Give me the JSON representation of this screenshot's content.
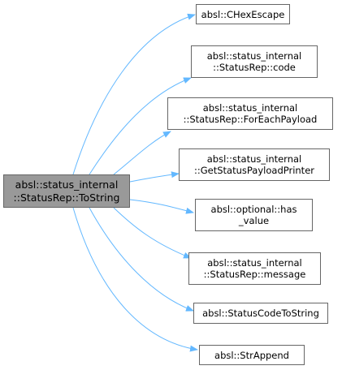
{
  "colors": {
    "edge": "#63b8ff",
    "node_border": "#666666",
    "source_fill": "#999999",
    "node_fill": "#ffffff"
  },
  "source": {
    "line1": "absl::status_internal",
    "line2": "::StatusRep::ToString"
  },
  "targets": [
    {
      "line1": "absl::CHexEscape",
      "line2": ""
    },
    {
      "line1": "absl::status_internal",
      "line2": "::StatusRep::code"
    },
    {
      "line1": "absl::status_internal",
      "line2": "::StatusRep::ForEachPayload"
    },
    {
      "line1": "absl::status_internal",
      "line2": "::GetStatusPayloadPrinter"
    },
    {
      "line1": "absl::optional::has",
      "line2": "_value"
    },
    {
      "line1": "absl::status_internal",
      "line2": "::StatusRep::message"
    },
    {
      "line1": "absl::StatusCodeToString",
      "line2": ""
    },
    {
      "line1": "absl::StrAppend",
      "line2": ""
    }
  ]
}
